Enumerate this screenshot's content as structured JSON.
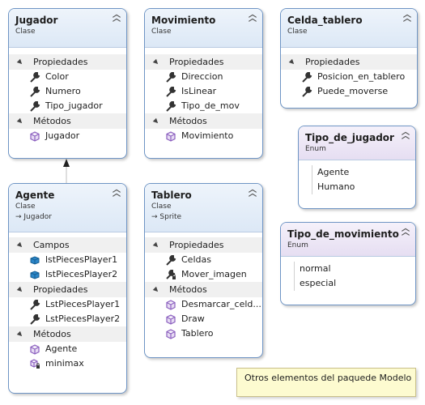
{
  "colors": {
    "border": "#6f95c5",
    "class_header": "#dce8f6",
    "enum_header": "#e6def2",
    "note_bg": "#fdfbd0",
    "method_icon": "#8b5fbf",
    "field_icon": "#1f7ab8",
    "property_icon": "#333333"
  },
  "classes": {
    "jugador": {
      "title": "Jugador",
      "kind": "Clase",
      "properties_label": "Propiedades",
      "properties": [
        "Color",
        "Numero",
        "Tipo_jugador"
      ],
      "methods_label": "Métodos",
      "methods": [
        "Jugador"
      ]
    },
    "movimiento": {
      "title": "Movimiento",
      "kind": "Clase",
      "properties_label": "Propiedades",
      "properties": [
        "Direccion",
        "IsLinear",
        "Tipo_de_mov"
      ],
      "methods_label": "Métodos",
      "methods": [
        "Movimiento"
      ]
    },
    "celda": {
      "title": "Celda_tablero",
      "kind": "Clase",
      "properties_label": "Propiedades",
      "properties": [
        "Posicion_en_tablero",
        "Puede_moverse"
      ]
    },
    "agente": {
      "title": "Agente",
      "kind": "Clase",
      "parent": "Jugador",
      "fields_label": "Campos",
      "fields": [
        "lstPiecesPlayer1",
        "lstPiecesPlayer2"
      ],
      "properties_label": "Propiedades",
      "properties": [
        "LstPiecesPlayer1",
        "LstPiecesPlayer2"
      ],
      "methods_label": "Métodos",
      "methods": [
        "Agente",
        "minimax"
      ]
    },
    "tablero": {
      "title": "Tablero",
      "kind": "Clase",
      "parent": "Sprite",
      "properties_label": "Propiedades",
      "properties": [
        "Celdas",
        "Mover_imagen"
      ],
      "methods_label": "Métodos",
      "methods": [
        "Desmarcar_celd...",
        "Draw",
        "Tablero"
      ]
    }
  },
  "enums": {
    "tipo_jugador": {
      "title": "Tipo_de_jugador",
      "kind": "Enum",
      "values": [
        "Agente",
        "Humano"
      ]
    },
    "tipo_movimiento": {
      "title": "Tipo_de_movimiento",
      "kind": "Enum",
      "values": [
        "normal",
        "especial"
      ]
    }
  },
  "note": {
    "text": "Otros elementos del paquede Modelo"
  },
  "icons": {
    "property": "wrench-icon",
    "private_property": "wrench-lock-icon",
    "method": "cube-method-icon",
    "private_method": "cube-method-lock-icon",
    "field": "field-icon",
    "collapse": "chevron-up-double-icon",
    "section_toggle": "triangle-expanded-icon"
  }
}
